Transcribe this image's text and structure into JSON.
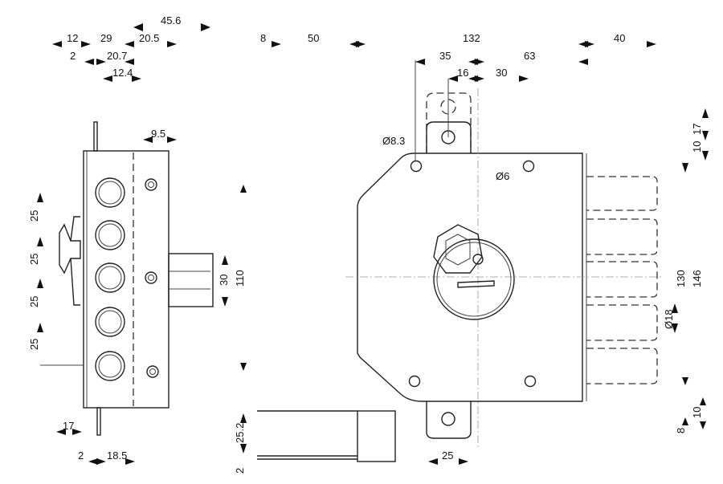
{
  "drawing": {
    "title": "Lock technical drawing",
    "dimensions": {
      "d45_6": "45.6",
      "d12": "12",
      "d29": "29",
      "d20_5": "20.5",
      "d8_top": "8",
      "d50": "50",
      "d2_top": "2",
      "d20_7": "20.7",
      "d12_4": "12.4",
      "d9_5": "9.5",
      "d132": "132",
      "d40": "40",
      "d35": "35",
      "d63": "63",
      "d16": "16",
      "d30_top": "30",
      "d8_3": "Ø8.3",
      "d6": "Ø6",
      "d17_right": "17",
      "d10_right_top": "10",
      "d25_a": "25",
      "d25_b": "25",
      "d25_c": "25",
      "d25_d": "25",
      "d30_bolt": "30",
      "d110": "110",
      "d130": "130",
      "d146": "146",
      "d18": "Ø18",
      "d17_bottom": "17",
      "d2_bottom": "2",
      "d18_5": "18.5",
      "d25_2": "25.2",
      "d2_side": "2",
      "d25_bottom": "25",
      "d8_bottom": "8",
      "d10_bottom": "10"
    }
  }
}
